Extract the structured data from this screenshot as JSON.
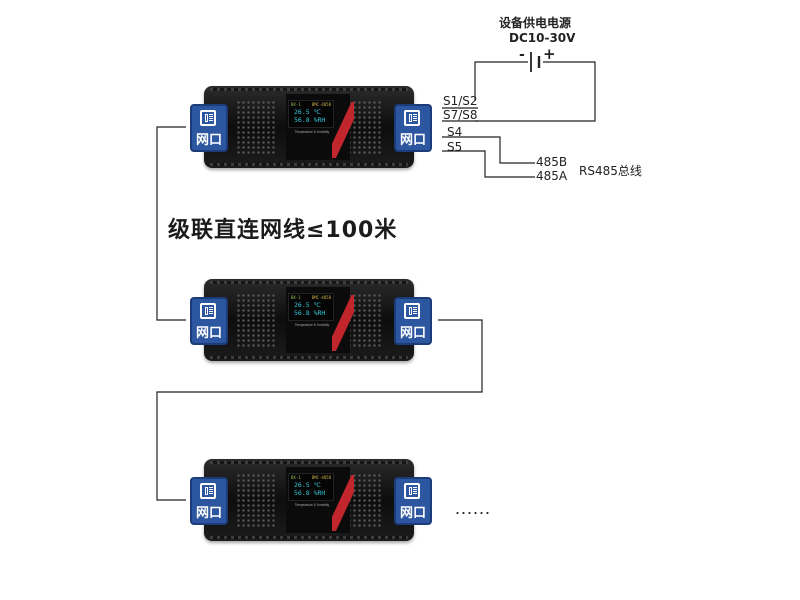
{
  "power": {
    "title": "设备供电电源",
    "voltage": "DC10-30V",
    "minus": "-",
    "plus": "+"
  },
  "terminals": {
    "s1s2": "S1/S2",
    "s7s8": "S7/S8",
    "s4": "S4",
    "s5": "S5"
  },
  "rs485": {
    "b": "485B",
    "a": "485A",
    "bus": "RS485总线"
  },
  "cascade_note": "级联直连网线≤100米",
  "continuation": "......",
  "devices": [
    {
      "top_left": "BX-1",
      "top_right": "BMC-485B",
      "temperature": "26.5 ℃",
      "humidity": "56.8 %RH",
      "caption": "Temperature & Humidity",
      "port_left": "网口",
      "port_right": "网口"
    },
    {
      "top_left": "BX-1",
      "top_right": "BMC-485B",
      "temperature": "26.5 ℃",
      "humidity": "56.8 %RH",
      "caption": "Temperature & Humidity",
      "port_left": "网口",
      "port_right": "网口"
    },
    {
      "top_left": "BX-1",
      "top_right": "BMC-485B",
      "temperature": "26.5 ℃",
      "humidity": "56.8 %RH",
      "caption": "Temperature & Humidity",
      "port_left": "网口",
      "port_right": "网口"
    }
  ],
  "colors": {
    "port": "#2c56a0",
    "screen_text": "#35c7d9",
    "accent_red": "#c0262c",
    "device_body": "#111111",
    "wire": "#222222"
  }
}
